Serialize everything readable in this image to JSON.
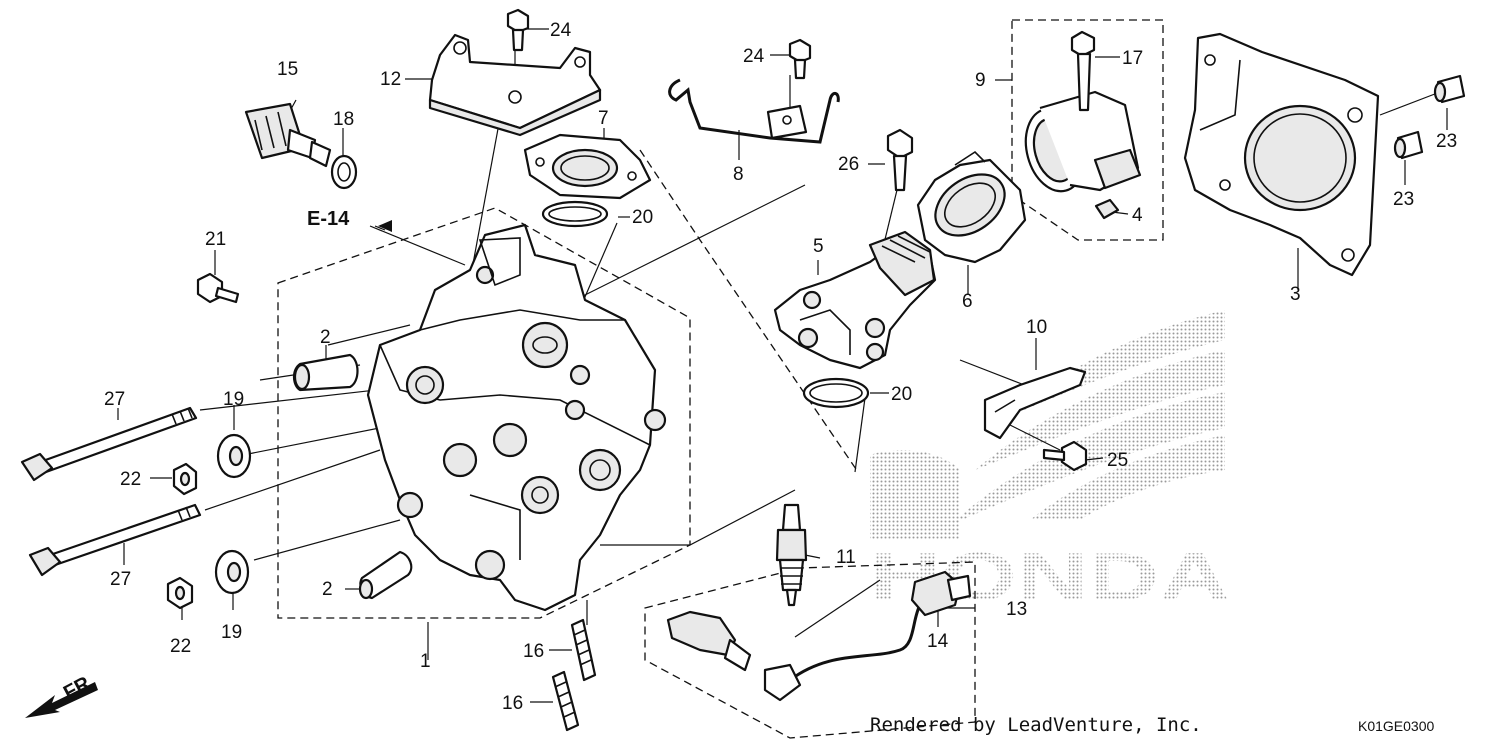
{
  "diagram": {
    "reference_label": "E-14",
    "direction_label": "FR.",
    "credit": "Rendered by LeadVenture, Inc.",
    "diagram_code": "K01GE0300",
    "watermark_text": "HONDA",
    "callouts": {
      "c1": "1",
      "c2a": "2",
      "c2b": "2",
      "c3": "3",
      "c4": "4",
      "c5": "5",
      "c6": "6",
      "c7": "7",
      "c8": "8",
      "c9": "9",
      "c10": "10",
      "c11": "11",
      "c12": "12",
      "c13": "13",
      "c14": "14",
      "c15": "15",
      "c16a": "16",
      "c16b": "16",
      "c17": "17",
      "c18": "18",
      "c19a": "19",
      "c19b": "19",
      "c20a": "20",
      "c20b": "20",
      "c21": "21",
      "c22a": "22",
      "c22b": "22",
      "c23a": "23",
      "c23b": "23",
      "c24a": "24",
      "c24b": "24",
      "c25": "25",
      "c26": "26",
      "c27a": "27",
      "c27b": "27"
    }
  }
}
